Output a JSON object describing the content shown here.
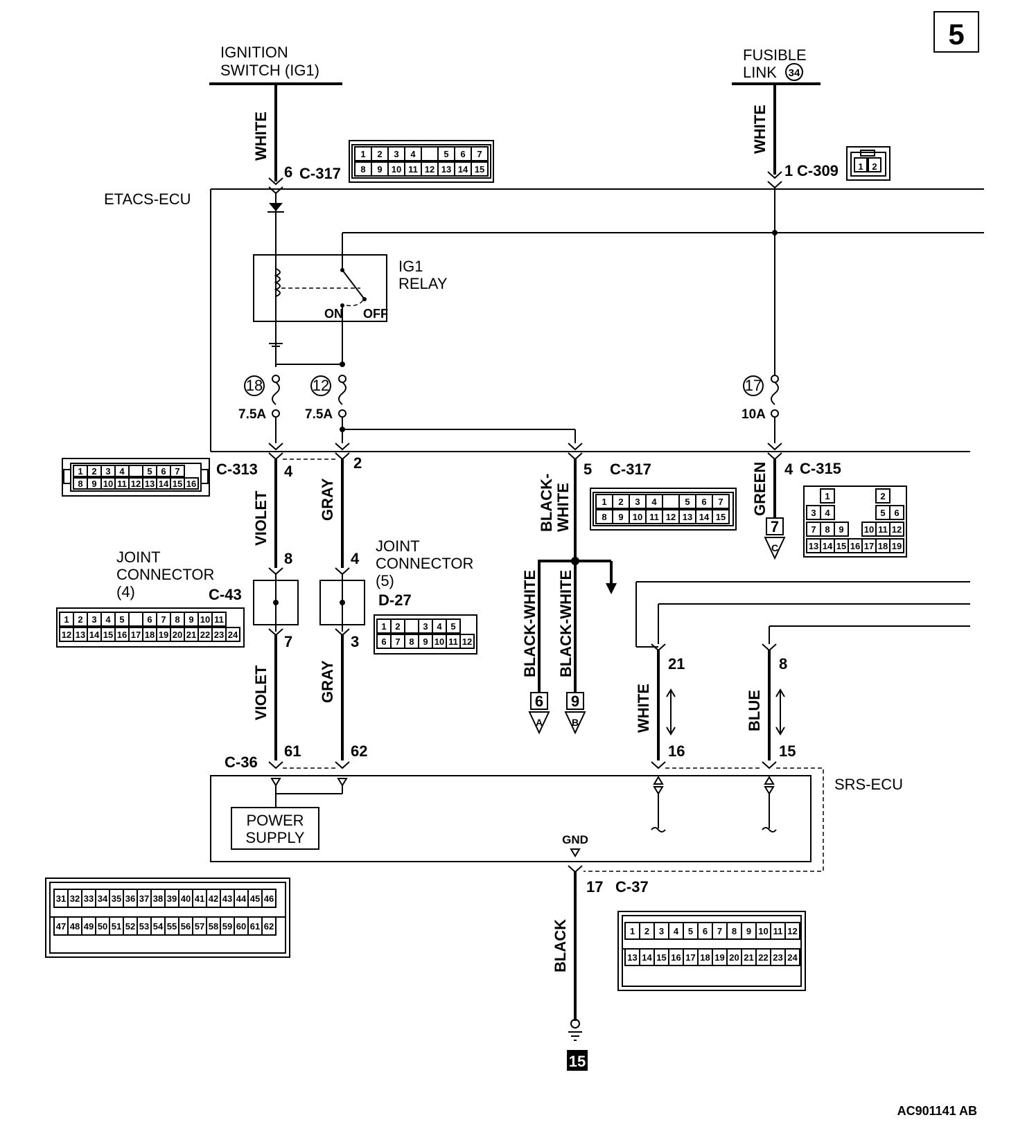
{
  "page_number": "5",
  "figure_code": "AC901141 AB",
  "sources": {
    "ignition_switch": [
      "IGNITION",
      "SWITCH (IG1)"
    ],
    "fusible_link": [
      "FUSIBLE",
      "LINK"
    ],
    "fusible_link_no": "34"
  },
  "components": {
    "etacs_ecu": "ETACS-ECU",
    "ig1_relay": [
      "IG1",
      "RELAY"
    ],
    "relay_on": "ON",
    "relay_off": "OFF",
    "joint_connector_4": [
      "JOINT",
      "CONNECTOR",
      "(4)"
    ],
    "joint_connector_5": [
      "JOINT",
      "CONNECTOR",
      "(5)"
    ],
    "srs_ecu": "SRS-ECU",
    "power_supply": [
      "POWER",
      "SUPPLY"
    ],
    "gnd": "GND",
    "ground_no": "15"
  },
  "fuses": [
    {
      "no": "18",
      "rating": "7.5A"
    },
    {
      "no": "12",
      "rating": "7.5A"
    },
    {
      "no": "17",
      "rating": "10A"
    }
  ],
  "connectors": {
    "c317_top": {
      "pin": "6",
      "name": "C-317"
    },
    "c309": {
      "pin": "1",
      "name": "C-309"
    },
    "c313": {
      "name": "C-313",
      "pins": [
        "4",
        "2"
      ]
    },
    "c317_mid": {
      "pin": "5",
      "name": "C-317"
    },
    "c315": {
      "pin": "4",
      "name": "C-315"
    },
    "c43": {
      "name": "C-43",
      "pins": [
        "8",
        "7"
      ]
    },
    "d27": {
      "name": "D-27",
      "pins": [
        "4",
        "3"
      ]
    },
    "c36": {
      "name": "C-36",
      "pins": [
        "61",
        "62",
        "16",
        "15"
      ]
    },
    "c37": {
      "name": "C-37",
      "pin": "17"
    },
    "srs_comm": {
      "pins": [
        "21",
        "8"
      ]
    }
  },
  "wires": {
    "white_ig": "WHITE",
    "white_fl": "WHITE",
    "violet_1": "VIOLET",
    "gray_1": "GRAY",
    "black_white_1": [
      "BLACK-",
      "WHITE"
    ],
    "green": "GREEN",
    "black_white_a": "BLACK-WHITE",
    "black_white_b": "BLACK-WHITE",
    "violet_2": "VIOLET",
    "gray_2": "GRAY",
    "white_comm": "WHITE",
    "blue_comm": "BLUE",
    "black_gnd": "BLACK"
  },
  "offpage": [
    {
      "num": "6",
      "letter": "A"
    },
    {
      "num": "9",
      "letter": "B"
    },
    {
      "num": "7",
      "letter": "C"
    }
  ],
  "connector_faces": {
    "c317_rows": [
      [
        "1",
        "2",
        "3",
        "4",
        "",
        "5",
        "6",
        "7"
      ],
      [
        "8",
        "9",
        "10",
        "11",
        "12",
        "13",
        "14",
        "15"
      ]
    ],
    "c309_pins": [
      "1",
      "2"
    ],
    "c313_rows": [
      [
        "1",
        "2",
        "3",
        "4",
        "",
        "5",
        "6",
        "7"
      ],
      [
        "8",
        "9",
        "10",
        "11",
        "12",
        "13",
        "14",
        "15",
        "16"
      ]
    ],
    "c315_rows": [
      [
        "1",
        "2"
      ],
      [
        "3",
        "4",
        "5",
        "6"
      ],
      [
        "7",
        "8",
        "9",
        "10",
        "11",
        "12"
      ],
      [
        "13",
        "14",
        "15",
        "16",
        "17",
        "18",
        "19"
      ]
    ],
    "c43_rows": [
      [
        "1",
        "2",
        "3",
        "4",
        "5",
        "",
        "6",
        "7",
        "8",
        "9",
        "10",
        "11"
      ],
      [
        "12",
        "13",
        "14",
        "15",
        "16",
        "17",
        "18",
        "19",
        "20",
        "21",
        "22",
        "23",
        "24"
      ]
    ],
    "d27_rows": [
      [
        "1",
        "2",
        "",
        "3",
        "4",
        "5"
      ],
      [
        "6",
        "7",
        "8",
        "9",
        "10",
        "11",
        "12"
      ]
    ],
    "c36_rows": [
      [
        "31",
        "32",
        "33",
        "34",
        "35",
        "36",
        "37",
        "38",
        "39",
        "40",
        "41",
        "42",
        "43",
        "44",
        "45",
        "46"
      ],
      [
        "47",
        "48",
        "49",
        "50",
        "51",
        "52",
        "53",
        "54",
        "55",
        "56",
        "57",
        "58",
        "59",
        "60",
        "61",
        "62"
      ]
    ],
    "c37_rows": [
      [
        "1",
        "2",
        "3",
        "4",
        "5",
        "6",
        "7",
        "8",
        "9",
        "10",
        "11",
        "12"
      ],
      [
        "13",
        "14",
        "15",
        "16",
        "17",
        "18",
        "19",
        "20",
        "21",
        "22",
        "23",
        "24"
      ]
    ]
  }
}
